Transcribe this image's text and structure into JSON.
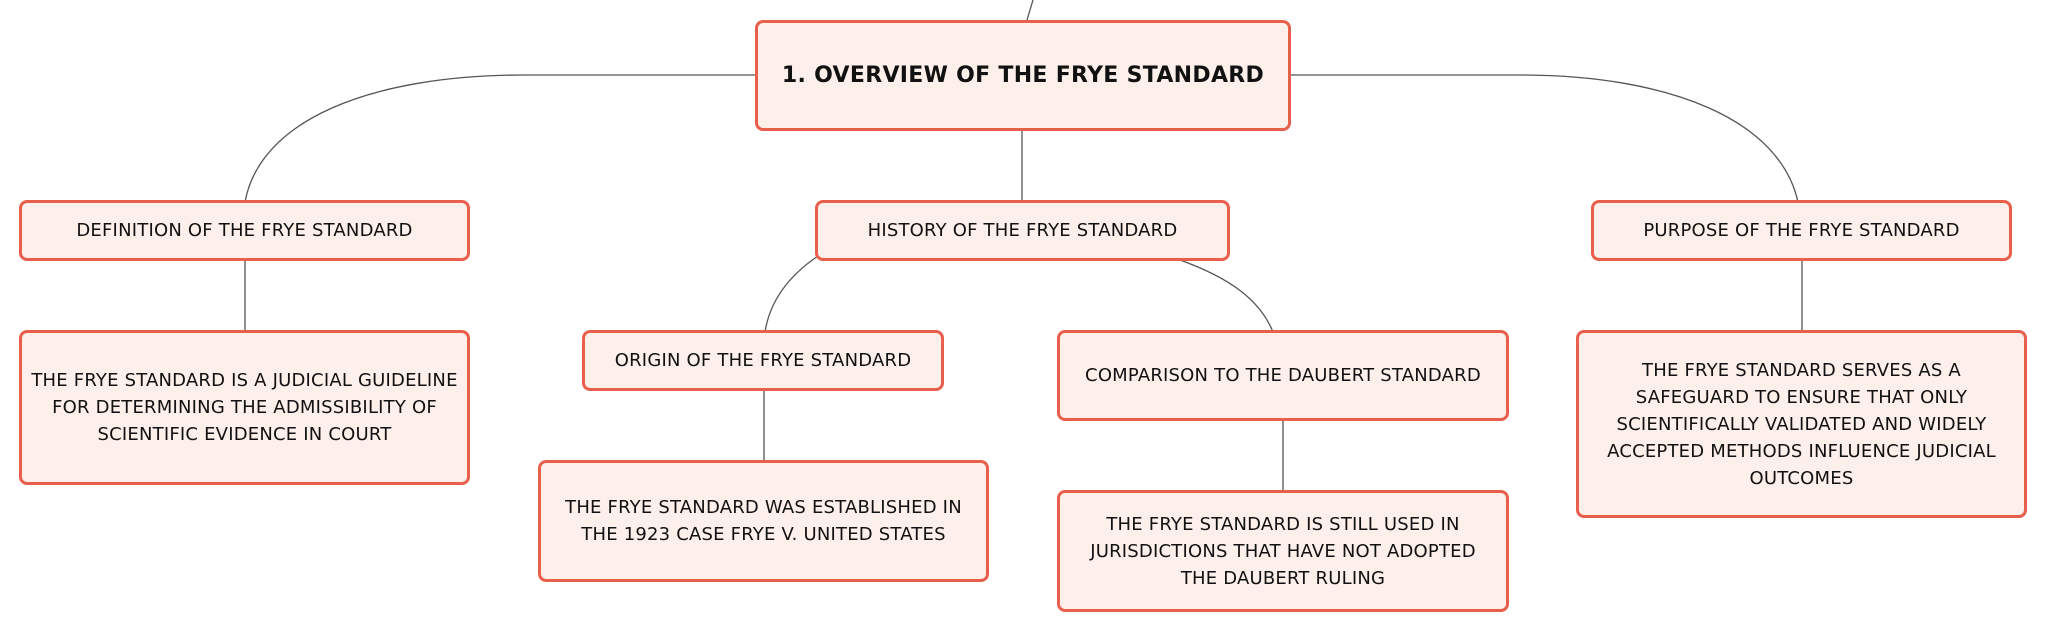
{
  "colors": {
    "node_fill": "#fdefea",
    "node_border": "#e8604c",
    "connector": "#555555",
    "text": "#111111"
  },
  "diagram": {
    "root": {
      "label": "1. OVERVIEW OF THE FRYE STANDARD"
    },
    "definition": {
      "label": "DEFINITION OF THE FRYE STANDARD",
      "detail": "THE FRYE STANDARD IS A JUDICIAL GUIDELINE FOR DETERMINING THE ADMISSIBILITY OF SCIENTIFIC EVIDENCE IN COURT"
    },
    "history": {
      "label": "HISTORY OF THE FRYE STANDARD",
      "origin": {
        "label": "ORIGIN OF THE FRYE STANDARD",
        "detail": "THE FRYE STANDARD WAS ESTABLISHED IN THE 1923 CASE FRYE V. UNITED STATES"
      },
      "comparison": {
        "label": "COMPARISON TO THE DAUBERT STANDARD",
        "detail": "THE FRYE STANDARD IS STILL USED IN JURISDICTIONS THAT HAVE NOT ADOPTED THE DAUBERT RULING"
      }
    },
    "purpose": {
      "label": "PURPOSE OF THE FRYE STANDARD",
      "detail": "THE FRYE STANDARD SERVES AS A SAFEGUARD TO ENSURE THAT ONLY SCIENTIFICALLY VALIDATED AND WIDELY ACCEPTED METHODS INFLUENCE JUDICIAL OUTCOMES"
    }
  }
}
